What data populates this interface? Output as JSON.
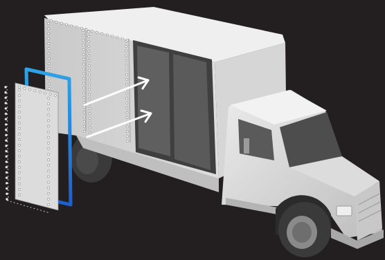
{
  "colors": {
    "background": "#231f20",
    "body_light": "#e6e6e6",
    "body_mid": "#cfcfcf",
    "body_dark": "#9a9a9a",
    "panel": "#d9d9d9",
    "window_glass": "#5a5a5a",
    "tire": "#3a3a3a",
    "hub": "#8a8a8a",
    "frame_blue_top": "#2fa3e6",
    "frame_blue_bottom": "#1e5fd0",
    "arrow": "#ffffff"
  },
  "icons": {
    "truck": "box-truck-icon",
    "panel": "cargo-side-panel",
    "frame": "door-frame-outline",
    "arrows": "insertion-arrows"
  }
}
